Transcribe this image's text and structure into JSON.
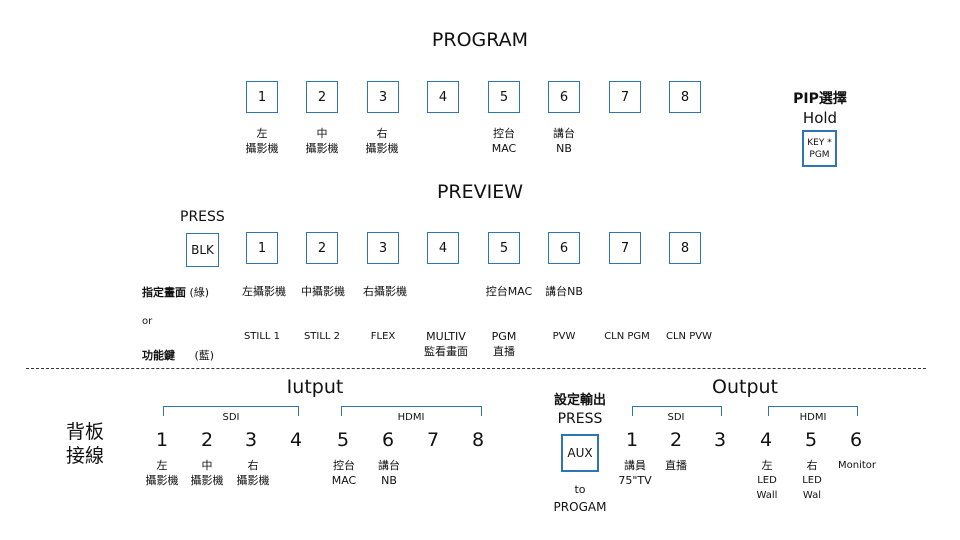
{
  "program": {
    "title": "PROGRAM",
    "buttons": [
      "1",
      "2",
      "3",
      "4",
      "5",
      "6",
      "7",
      "8"
    ],
    "labels": [
      [
        "左",
        "攝影機"
      ],
      [
        "中",
        "攝影機"
      ],
      [
        "右",
        "攝影機"
      ],
      [
        "控台",
        "MAC"
      ],
      [
        "講台",
        "NB"
      ]
    ]
  },
  "pip": {
    "title": "PIP選擇",
    "hold": "Hold",
    "key": "KEY *",
    "pgm": "PGM"
  },
  "preview": {
    "title": "PREVIEW",
    "press": "PRESS",
    "blk": "BLK",
    "buttons": [
      "1",
      "2",
      "3",
      "4",
      "5",
      "6",
      "7",
      "8"
    ],
    "assign_labels": [
      "左攝影機",
      "中攝影機",
      "右攝影機",
      "控台MAC",
      "講台NB"
    ],
    "func_labels": [
      "STILL 1",
      "STILL 2",
      "FLEX",
      "MULTIV",
      "監看畫面",
      "PGM",
      "直播",
      "PVW",
      "CLN PGM",
      "CLN PVW"
    ]
  },
  "legend": {
    "assign": "指定畫面",
    "assign_color": "(綠)",
    "or": "or",
    "func": "功能鍵",
    "func_color": "(藍)"
  },
  "backpanel": {
    "label_line1": "背板",
    "label_line2": "接線",
    "input_title": "Iutput",
    "sdi": "SDI",
    "hdmi": "HDMI",
    "input_numbers": [
      "1",
      "2",
      "3",
      "4",
      "5",
      "6",
      "7",
      "8"
    ],
    "input_labels": [
      [
        "左",
        "攝影機"
      ],
      [
        "中",
        "攝影機"
      ],
      [
        "右",
        "攝影機"
      ],
      [
        "控台",
        "MAC"
      ],
      [
        "講台",
        "NB"
      ]
    ],
    "set_output": "設定輸出",
    "press": "PRESS",
    "aux": "AUX",
    "to": "to",
    "progam": "PROGAM",
    "output_title": "Output",
    "output_numbers": [
      "1",
      "2",
      "3",
      "4",
      "5",
      "6"
    ],
    "output_labels": [
      [
        "講員",
        "75\"TV"
      ],
      [
        "直播"
      ],
      [
        "左",
        "LED",
        "Wall"
      ],
      [
        "右",
        "LED",
        "Wal"
      ],
      [
        "Monitor"
      ]
    ]
  }
}
